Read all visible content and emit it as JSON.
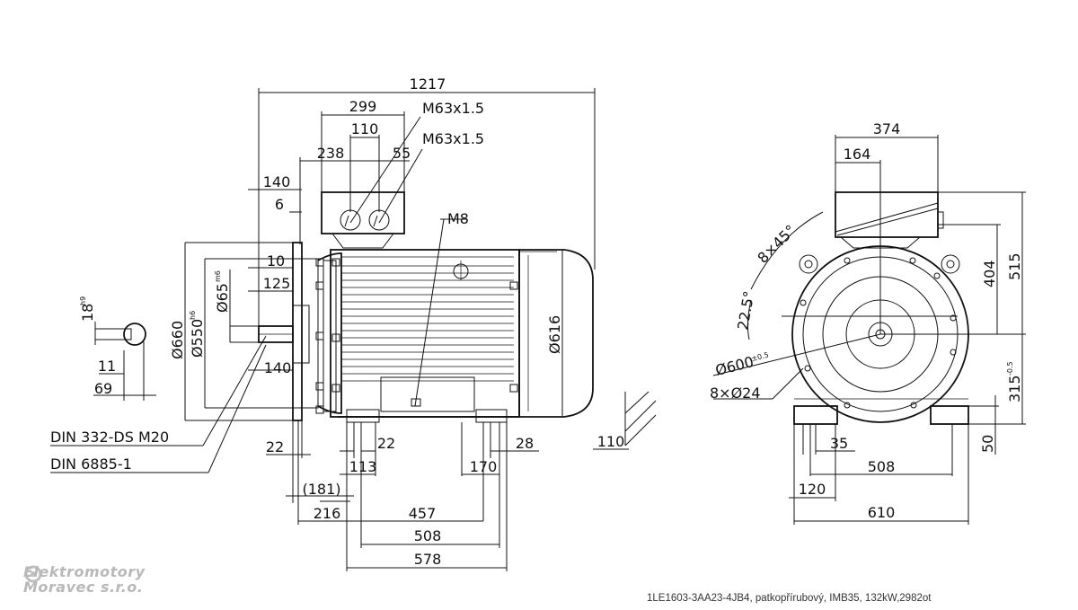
{
  "dimensions": {
    "overall_length": "1217",
    "terminal_box_length": "299",
    "gland_spacing": "110",
    "gland_a": "M63x1.5",
    "gland_b": "M63x1.5",
    "box_offset": "238",
    "gland_offset": "55",
    "shaft_length": "140",
    "spigot": "6",
    "earth": "M8",
    "shoulder": "10",
    "key_length": "125",
    "shaft_dia": "Ø65",
    "shaft_tol": "m6",
    "spigot_dia": "Ø550",
    "spigot_tol": "h6",
    "flange_dia": "Ø660",
    "housing_dia": "Ø616",
    "key_length_2": "140",
    "key_width": "18",
    "key_tol": "h9",
    "key_depth": "11",
    "shaft_height": "69",
    "din_center": "DIN 332-DS M20",
    "din_key": "DIN 6885-1",
    "flange_thickness": "22",
    "foot_a": "22",
    "foot_b": "28",
    "foot_c": "110",
    "foot_d": "113",
    "foot_e": "170",
    "dim_181": "(181)",
    "dim_216": "216",
    "dim_457": "457",
    "dim_508": "508",
    "dim_578": "578",
    "end_width": "374",
    "end_offset": "164",
    "end_height": "515",
    "end_box": "404",
    "angle_a": "8×45°",
    "angle_b": "22.5°",
    "pcd": "Ø600",
    "pcd_tol": "±0.5",
    "holes": "8×Ø24",
    "shaft_height_h": "315",
    "shaft_height_tol": "-0.5",
    "foot_h": "50",
    "foot_hole": "35",
    "foot_spacing": "508",
    "foot_edge": "120",
    "base_width": "610"
  },
  "logo": {
    "line1": "Elektromotory",
    "line2": "Moravec s.r.o."
  },
  "caption": "1LE1603-3AA23-4JB4, patkopřírubový, IMB35, 132kW,2982ot"
}
